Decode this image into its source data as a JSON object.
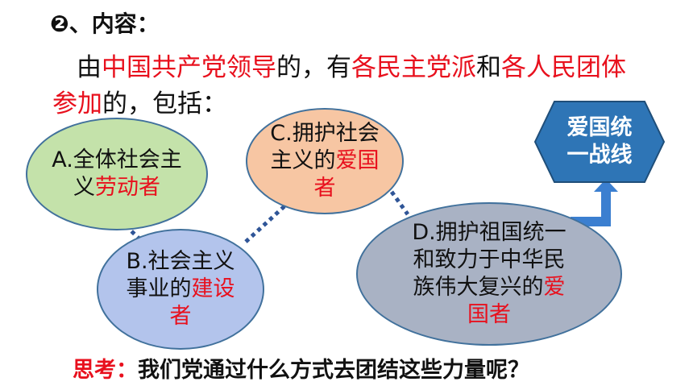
{
  "heading": "❷、内容：",
  "intro": {
    "p1": "由",
    "p2": "中国共产党领导",
    "p3": "的，有",
    "p4": "各民主党派",
    "p5": "和",
    "p6": "各人民团体参加",
    "p7": "的，包括："
  },
  "groups": {
    "a": {
      "text": "A.全体社会主义",
      "red": "劳动者"
    },
    "b": {
      "text": "B.社会主义事业的",
      "red": "建设者"
    },
    "c": {
      "text": "C.拥护社会主义的",
      "red": "爱国者"
    },
    "d": {
      "text": "D.拥护祖国统一和致力于中华民族伟大复兴的",
      "red": "爱国者"
    }
  },
  "result": "爱国统一战线",
  "footer": {
    "label": "思考：",
    "question": "我们党通过什么方式去团结这些力量呢？"
  },
  "colors": {
    "red": "#e8101d",
    "hexagon": "#2e75b6",
    "arrow": "#3b7fd0",
    "connector": "#2f5597",
    "group_a": "#c4e2aa",
    "group_b": "#b3c4ec",
    "group_c": "#f7c6a3",
    "group_d": "#a9b2c4"
  }
}
